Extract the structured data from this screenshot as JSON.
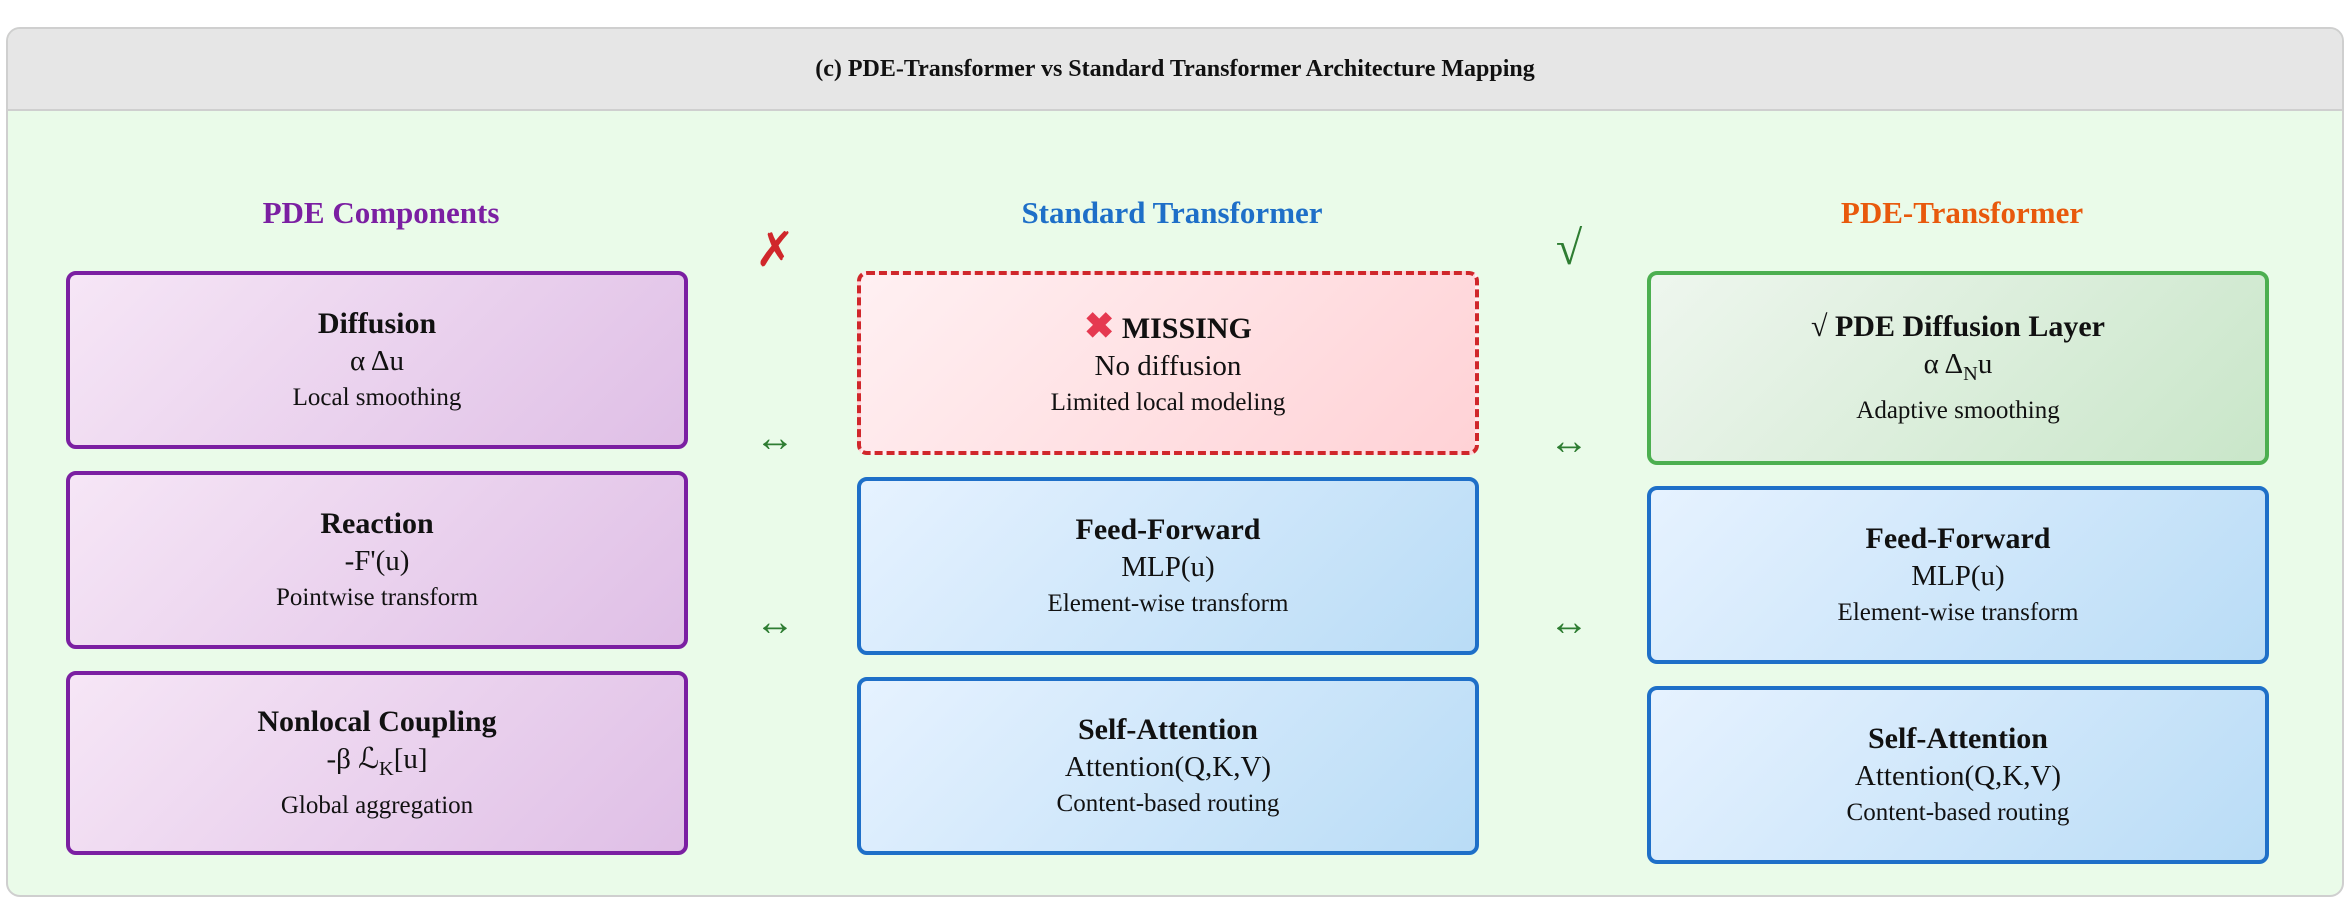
{
  "title": "(c) PDE-Transformer vs Standard Transformer Architecture Mapping",
  "columns": {
    "pde": {
      "heading": "PDE Components",
      "color": "#7b1fa2",
      "boxes": [
        {
          "title": "Diffusion",
          "formula": "α Δu",
          "desc": "Local smoothing"
        },
        {
          "title": "Reaction",
          "formula": "-F'(u)",
          "desc": "Pointwise transform"
        },
        {
          "title": "Nonlocal Coupling",
          "formula_main": "-β ℒ",
          "formula_sub": "K",
          "formula_tail": "[u]",
          "desc": "Global aggregation"
        }
      ]
    },
    "standard": {
      "heading": "Standard Transformer",
      "color": "#1e6fc8",
      "boxes": [
        {
          "icon": "✖",
          "title": "MISSING",
          "formula": "No diffusion",
          "desc": "Limited local modeling"
        },
        {
          "title": "Feed-Forward",
          "formula": "MLP(u)",
          "desc": "Element-wise transform"
        },
        {
          "title": "Self-Attention",
          "formula": "Attention(Q,K,V)",
          "desc": "Content-based routing"
        }
      ]
    },
    "pdet": {
      "heading": "PDE-Transformer",
      "color": "#e8590c",
      "boxes": [
        {
          "title": "√ PDE Diffusion Layer",
          "formula_main": "α Δ",
          "formula_sub": "N",
          "formula_tail": "u",
          "desc": "Adaptive smoothing"
        },
        {
          "title": "Feed-Forward",
          "formula": "MLP(u)",
          "desc": "Element-wise transform"
        },
        {
          "title": "Self-Attention",
          "formula": "Attention(Q,K,V)",
          "desc": "Content-based routing"
        }
      ]
    }
  },
  "marks": {
    "left": "✗",
    "right": "√"
  },
  "arrow_symbol": "↔",
  "colors": {
    "missing": "#d0272b",
    "arrow": "#2e7d32",
    "check": "#2e7d32"
  }
}
